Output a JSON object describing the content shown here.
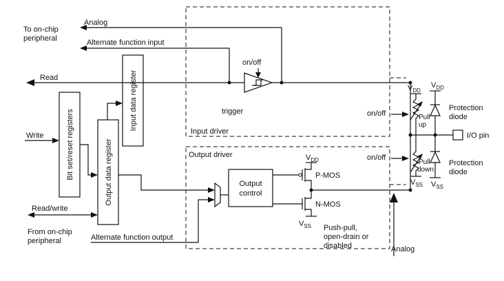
{
  "labels": {
    "analog_top": "Analog",
    "to_onchip_1": "To on-chip",
    "to_onchip_2": "peripheral",
    "alt_func_input": "Alternate function input",
    "read": "Read",
    "write": "Write",
    "read_write": "Read/write",
    "from_onchip_1": "From on-chip",
    "from_onchip_2": "peripheral",
    "alt_func_output": "Alternate function output",
    "bit_set_reset": "Bit set/reset registers",
    "output_data_register": "Output data register",
    "input_data_register": "Input data register",
    "onoff_trigger": "on/off",
    "trigger": "trigger",
    "input_driver": "Input driver",
    "output_driver": "Output driver",
    "output_control_1": "Output",
    "output_control_2": "control",
    "vdd_v": "V",
    "vdd_sub": "DD",
    "vss_v": "V",
    "vss_sub": "SS",
    "pmos": "P-MOS",
    "nmos": "N-MOS",
    "pushpull_1": "Push-pull,",
    "pushpull_2": "open-drain or",
    "pushpull_3": "disabled",
    "analog_bottom": "Analog",
    "onoff_pullup": "on/off",
    "onoff_pulldown": "on/off",
    "pull": "Pull",
    "up": "up",
    "down": "down",
    "protection_1": "Protection",
    "diode": "diode",
    "io_pin": "I/O pin"
  }
}
